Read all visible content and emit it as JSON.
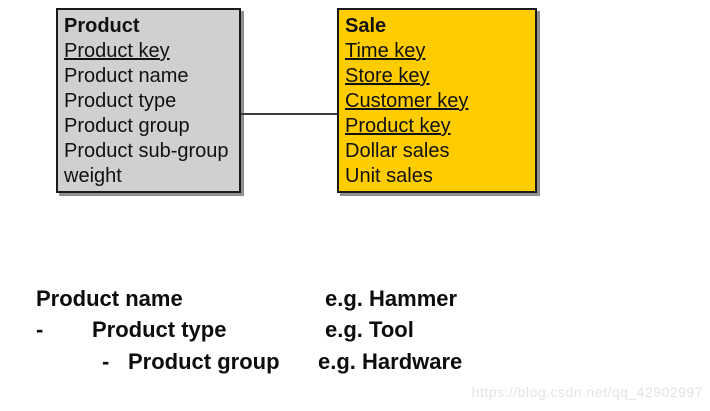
{
  "diagram": {
    "tables": [
      {
        "title": "Product",
        "bg_color": "#d0d0d0",
        "fields": [
          {
            "label": "Product key",
            "underline": true
          },
          {
            "label": "Product name",
            "underline": false
          },
          {
            "label": "Product type",
            "underline": false
          },
          {
            "label": "Product group",
            "underline": false
          },
          {
            "label": "Product sub-group",
            "underline": false
          },
          {
            "label": "weight",
            "underline": false
          }
        ]
      },
      {
        "title": "Sale",
        "bg_color": "#ffcc00",
        "fields": [
          {
            "label": "Time key",
            "underline": true
          },
          {
            "label": "Store key",
            "underline": true
          },
          {
            "label": "Customer key",
            "underline": true
          },
          {
            "label": "Product key",
            "underline": true
          },
          {
            "label": "Dollar sales",
            "underline": false
          },
          {
            "label": "Unit sales",
            "underline": false
          }
        ]
      }
    ],
    "connector_color": "#3d3d3d"
  },
  "hierarchy": {
    "rows": [
      {
        "bullet": "",
        "label": "Product name",
        "example": "e.g. Hammer"
      },
      {
        "bullet": "-",
        "label": "Product type",
        "example": "e.g. Tool"
      },
      {
        "bullet": "-",
        "label": "Product group",
        "example": "e.g. Hardware"
      }
    ]
  },
  "watermark": "https://blog.csdn.net/qq_42902997"
}
